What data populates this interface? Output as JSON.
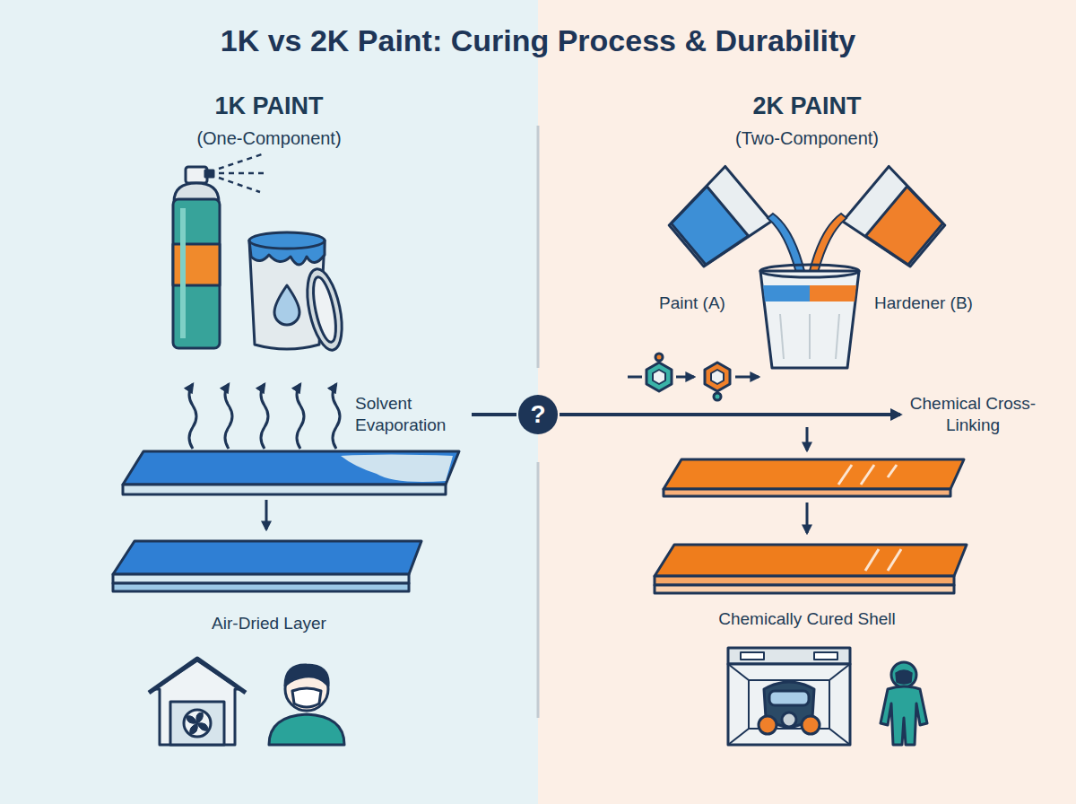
{
  "diagram": {
    "title": "1K vs 2K Paint: Curing Process & Durability",
    "nodes": [
      {
        "text": [
          "1K PAINT",
          "(One-Component)"
        ]
      },
      {
        "text": [
          "Solvent Evaporation"
        ],
        "in": 0
      },
      {
        "text": [
          "?"
        ]
      },
      {
        "text": [
          "2K PAINT",
          "(Two-Component)"
        ]
      },
      {
        "text": [
          "Chemical Cross-Linking"
        ],
        "in": 3
      }
    ],
    "edges": [
      {
        "from": 1,
        "to": 2,
        "arrow": "none"
      },
      {
        "from": 2,
        "to": 4,
        "arrow": "to"
      }
    ],
    "labels": [
      "Paint (A)",
      "Hardener (B)",
      "Air-Dried Layer",
      "Chemically Cured Shell"
    ]
  }
}
